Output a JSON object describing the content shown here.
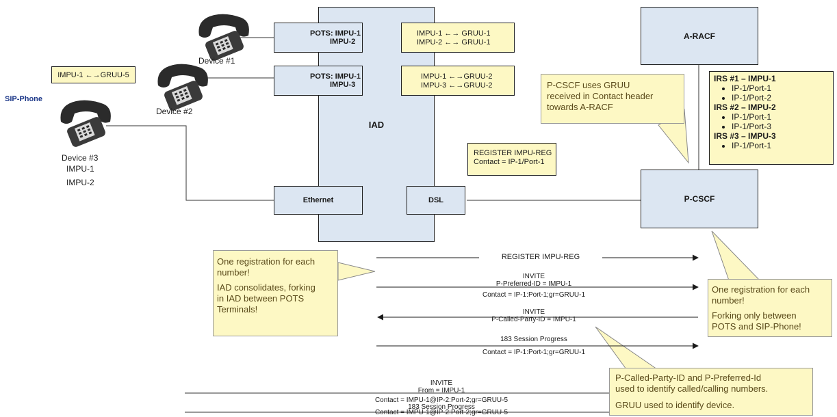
{
  "labels": {
    "iad": "IAD",
    "a_racf": "A-RACF",
    "p_cscf": "P-CSCF",
    "ethernet": "Ethernet",
    "dsl": "DSL",
    "sip_phone": "SIP-Phone"
  },
  "pots": [
    {
      "prefix": "POTS: ",
      "line1": "IMPU-1",
      "line2": "IMPU-2"
    },
    {
      "prefix": "POTS: ",
      "line1": "IMPU-1",
      "line2": "IMPU-3"
    }
  ],
  "gruu_maps": [
    {
      "line1": "IMPU-1 ←→  GRUU-1",
      "line2": "IMPU-2 ←→  GRUU-1"
    },
    {
      "line1": "IMPU-1 ←→GRUU-2",
      "line2": "IMPU-3 ←→GRUU-2"
    }
  ],
  "sip_gruu": "IMPU-1 ←→GRUU-5",
  "devices": {
    "d1": "Device #1",
    "d2": "Device #2",
    "d3": "Device #3",
    "d3_impu1": "IMPU-1",
    "d3_impu2": "IMPU-2"
  },
  "register_box": {
    "line1": "REGISTER IMPU-REG",
    "line2": "Contact = IP-1/Port-1"
  },
  "irs": {
    "h1": "IRS #1 – IMPU-1",
    "i1a": "IP-1/Port-1",
    "i1b": "IP-1/Port-2",
    "h2": "IRS #2 – IMPU-2",
    "i2a": "IP-1/Port-1",
    "i2b": "IP-1/Port-3",
    "h3": "IRS #3 – IMPU-3",
    "i3a": "IP-1/Port-1"
  },
  "callouts": {
    "pcscf_gruu": {
      "line1": "P-CSCF uses GRUU",
      "line2": "received in Contact header",
      "line3": "towards A-RACF"
    },
    "left": {
      "p1a": "One registration for each",
      "p1b": "number!",
      "p2a": "IAD consolidates, forking",
      "p2b": "in IAD between POTS",
      "p2c": "Terminals!"
    },
    "right": {
      "p1a": "One registration for each",
      "p1b": "number!",
      "p2a": "Forking only  between",
      "p2b": "POTS and  SIP-Phone!"
    },
    "bottom": {
      "p1a": "P-Called-Party-ID and P-Preferred-Id",
      "p1b": "used to identify called/calling numbers.",
      "p2": "GRUU used to identify device."
    }
  },
  "messages": {
    "m1": "REGISTER IMPU-REG",
    "m2a": "INVITE",
    "m2b": "P-Preferred-ID = IMPU-1",
    "m2c": "Contact = IP-1:Port-1;gr=GRUU-1",
    "m3a": "INVITE",
    "m3b": "P-Called-Party-ID = IMPU-1",
    "m4a": "183 Session Progress",
    "m4b": "Contact = IP-1:Port-1;gr=GRUU-1",
    "m5a": "INVITE",
    "m5b": "From = IMPU-1",
    "m5c": "Contact = IMPU-1@IP-2:Port-2;gr=GRUU-5",
    "m6a": "183 Session Progress",
    "m6b": "Contact = IMPU-1@IP-2:Port-2;gr=GRUU-5"
  }
}
